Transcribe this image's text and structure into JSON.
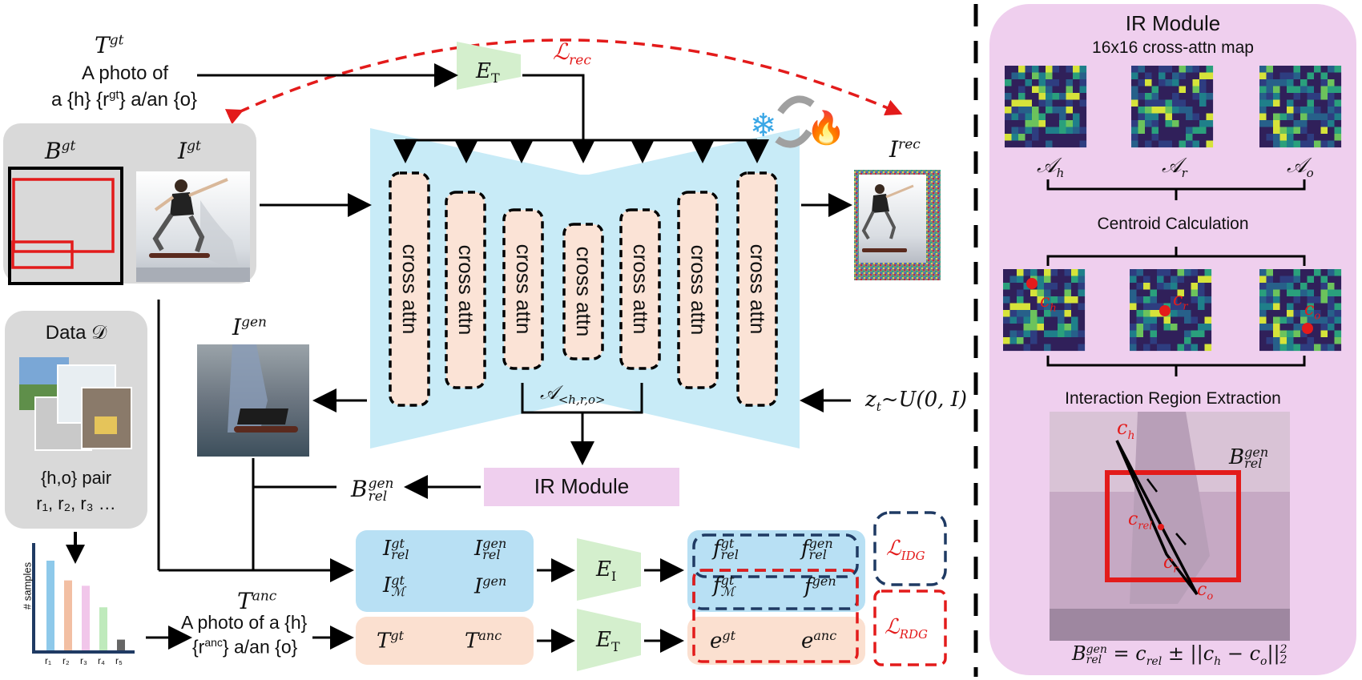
{
  "top": {
    "t_gt_symbol": "T",
    "t_gt_sup": "gt",
    "t_gt_line1": "A photo of",
    "t_gt_line2_a": "a {h} {r",
    "t_gt_line2_sup": "gt",
    "t_gt_line2_b": "} a/an {o}",
    "encoder_text": "E",
    "encoder_sub": "T",
    "loss_rec_main": "ℒ",
    "loss_rec_sub": "rec"
  },
  "gt_panel": {
    "b_gt_label": "B",
    "b_gt_sup": "gt",
    "i_gt_label": "I",
    "i_gt_sup": "gt"
  },
  "unet": {
    "blocks": [
      "cross attn",
      "cross attn",
      "cross attn",
      "cross attn",
      "cross attn",
      "cross attn",
      "cross attn"
    ],
    "attn_label": "𝒜",
    "attn_sub": "<h,r,o>",
    "noise_label": "z",
    "noise_sub": "t",
    "noise_rest": "~U(0, I)",
    "snowflake": "❄",
    "fire": "🔥"
  },
  "outputs": {
    "i_rec_label": "I",
    "i_rec_sup": "rec",
    "i_gen_label": "I",
    "i_gen_sup": "gen",
    "b_rel_label": "B",
    "b_rel_sup": "gen",
    "b_rel_sub": "rel",
    "ir_module_box": "IR Module"
  },
  "data_panel": {
    "title": "Data 𝒟",
    "pair_label": "{h,o} pair",
    "rel_list": "r₁, r₂, r₃ …"
  },
  "histogram": {
    "ylabel": "# samples",
    "categories": [
      "r₁",
      "r₂",
      "r₃",
      "r₄",
      "r₅"
    ],
    "values": [
      100,
      78,
      72,
      48,
      12
    ],
    "colors": [
      "#8ec9ea",
      "#f2bfa3",
      "#f1c6ea",
      "#bfeabc",
      "#666666"
    ]
  },
  "anchor": {
    "t_anc_label": "T",
    "t_anc_sup": "anc",
    "line1": "A photo of a {h}",
    "line2_a": "{r",
    "line2_sup": "anc",
    "line2_b": "} a/an {o}"
  },
  "feature_boxes": {
    "img_inputs": [
      "I",
      "I",
      "I",
      "I"
    ],
    "text_inputs": [
      "T",
      "T"
    ],
    "img_encoder": "E",
    "img_encoder_sub": "I",
    "text_encoder": "E",
    "text_encoder_sub": "T",
    "feat_outputs": [
      "f",
      "f",
      "f",
      "f"
    ],
    "emb_outputs": [
      "e",
      "e"
    ],
    "loss_idg_main": "ℒ",
    "loss_idg_sub": "IDG",
    "loss_rdg_main": "ℒ",
    "loss_rdg_sub": "RDG"
  },
  "ir_module": {
    "title": "IR Module",
    "subtitle": "16x16 cross-attn map",
    "maps": [
      "𝒜",
      "𝒜",
      "𝒜"
    ],
    "map_subs": [
      "h",
      "r",
      "o"
    ],
    "centroid_title": "Centroid Calculation",
    "centroid_labels": [
      "c",
      "c",
      "c"
    ],
    "centroid_subs": [
      "h",
      "r",
      "o"
    ],
    "extraction_title": "Interaction Region Extraction",
    "ext_ch": "c",
    "ext_ch_sub": "h",
    "ext_crel": "c",
    "ext_crel_sub": "rel",
    "ext_cr": "c",
    "ext_cr_sub": "r",
    "ext_co": "c",
    "ext_co_sub": "o",
    "ext_brel": "B",
    "ext_brel_sup": "gen",
    "ext_brel_sub": "rel",
    "formula": "B",
    "formula_sup": "gen",
    "formula_sub": "rel",
    "formula_rest": " = c",
    "formula_rest_sub": "rel",
    "formula_tail": " ± ||c",
    "formula_tail_sub1": "h",
    "formula_tail_mid": " − c",
    "formula_tail_sub2": "o",
    "formula_end": "||",
    "formula_end_sup": "2",
    "formula_end_sub": "2"
  },
  "colors": {
    "unet_blue": "#c8ebf7",
    "block_fill": "#fbe3d6",
    "encoder_green": "#d4efcd",
    "ir_pink": "#efcfee",
    "loss_red": "#e31b1b",
    "panel_gray": "#d9d9d9",
    "box_blue": "#b8e0f4",
    "box_peach": "#fbe0d0",
    "navy": "#1f3a63"
  }
}
